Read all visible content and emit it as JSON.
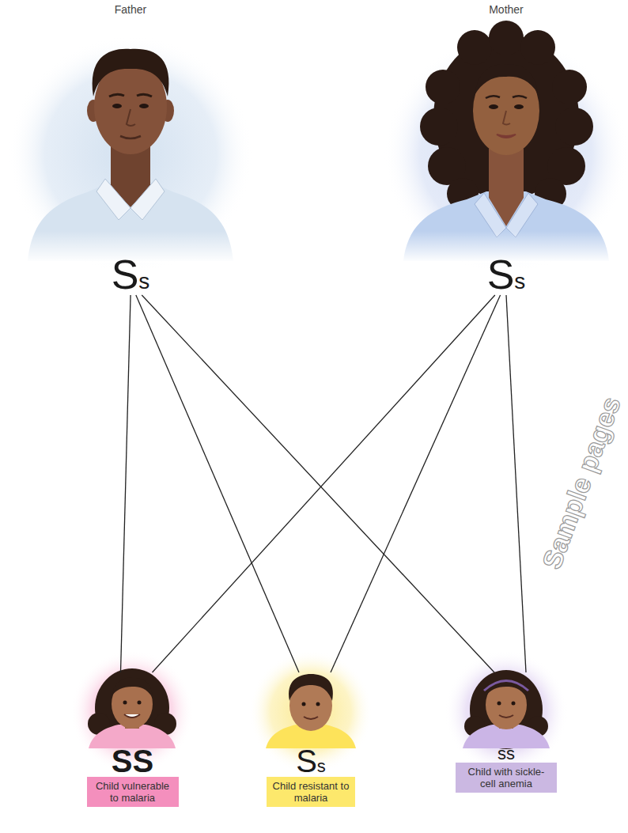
{
  "diagram": {
    "nodes": [
      {
        "text": [
          "Father",
          "Ss"
        ]
      },
      {
        "text": [
          "Mother",
          "Ss"
        ]
      },
      {
        "text": [
          "SS",
          "Child vulnerable to malaria"
        ]
      },
      {
        "text": [
          "Ss",
          "Child resistant to malaria"
        ]
      },
      {
        "text": [
          "ss",
          "Child with sickle-cell anemia"
        ]
      }
    ],
    "edges": [
      {
        "from": 0,
        "to": 2,
        "arrow": "none"
      },
      {
        "from": 0,
        "to": 3,
        "arrow": "none"
      },
      {
        "from": 0,
        "to": 4,
        "arrow": "none"
      },
      {
        "from": 1,
        "to": 2,
        "arrow": "none"
      },
      {
        "from": 1,
        "to": 3,
        "arrow": "none"
      },
      {
        "from": 1,
        "to": 4,
        "arrow": "none"
      }
    ],
    "labels": [
      "Sample pages"
    ]
  }
}
